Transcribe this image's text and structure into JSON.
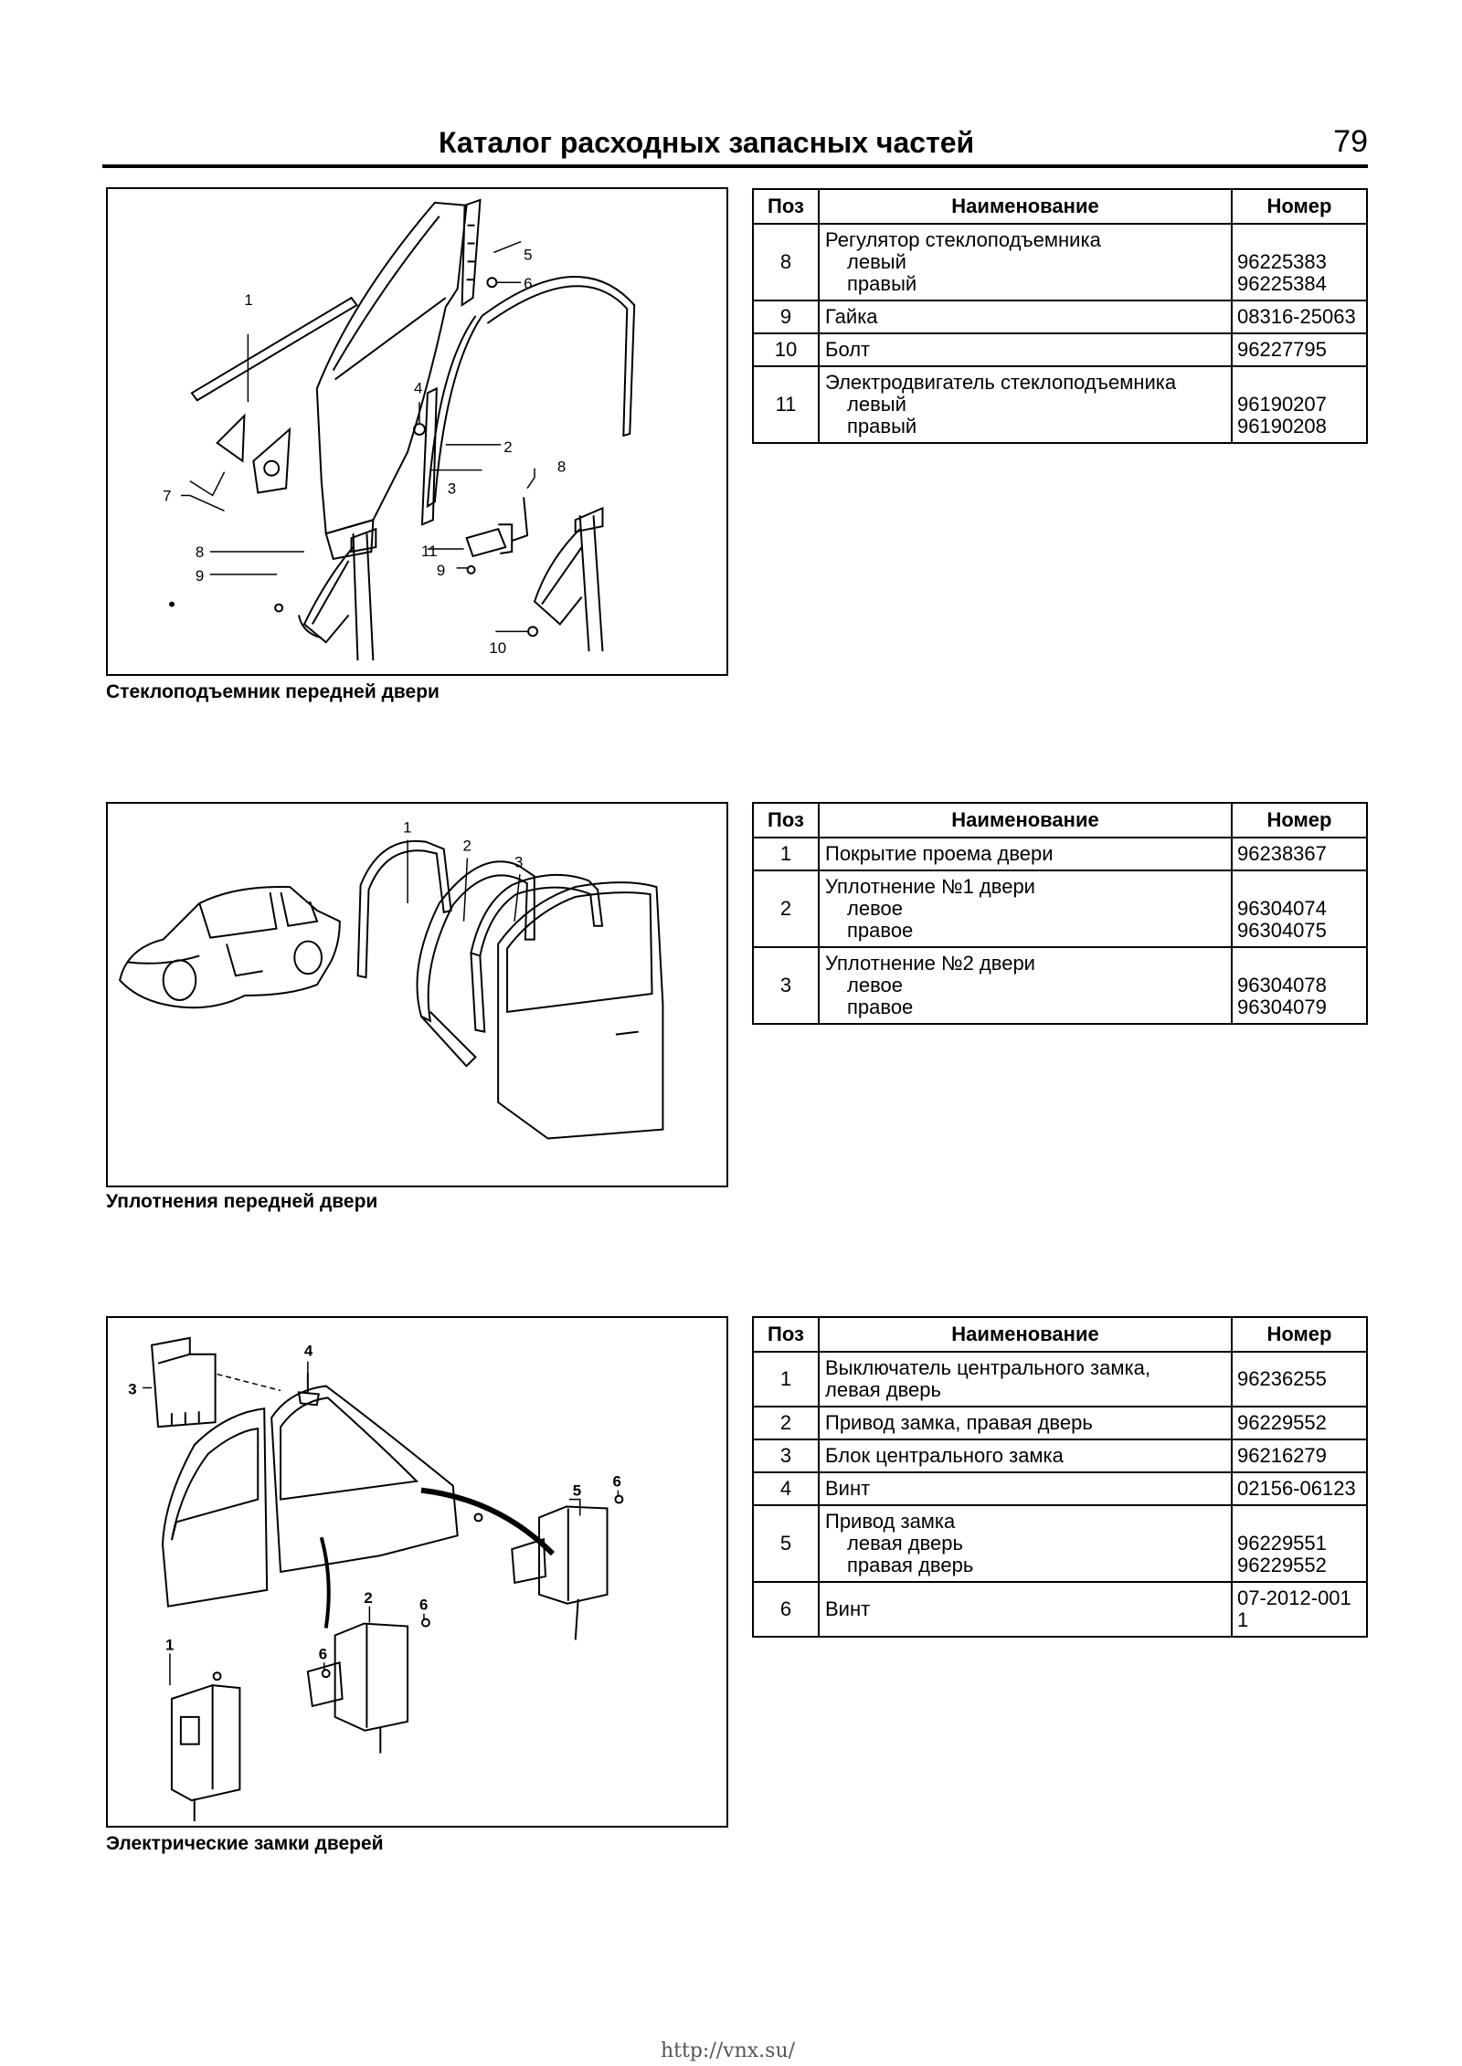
{
  "header": {
    "title": "Каталог расходных запасных частей",
    "page_number": "79"
  },
  "columns": {
    "pos": "Поз",
    "name": "Наименование",
    "number": "Номер"
  },
  "sections": [
    {
      "caption": "Стеклоподъемник передней двери",
      "rows": [
        {
          "pos": "8",
          "name": "Регулятор стеклоподъемника",
          "sub": [
            "левый",
            "правый"
          ],
          "numbers": [
            "96225383",
            "96225384"
          ]
        },
        {
          "pos": "9",
          "name": "Гайка",
          "numbers": [
            "08316-25063"
          ]
        },
        {
          "pos": "10",
          "name": "Болт",
          "numbers": [
            "96227795"
          ]
        },
        {
          "pos": "11",
          "name": "Электродвигатель стеклоподъемника",
          "sub": [
            "левый",
            "правый"
          ],
          "numbers": [
            "96190207",
            "96190208"
          ]
        }
      ],
      "callouts": [
        "1",
        "2",
        "3",
        "4",
        "5",
        "6",
        "7",
        "8",
        "8",
        "9",
        "9",
        "10",
        "11"
      ]
    },
    {
      "caption": "Уплотнения передней двери",
      "rows": [
        {
          "pos": "1",
          "name": "Покрытие проема двери",
          "numbers": [
            "96238367"
          ]
        },
        {
          "pos": "2",
          "name": "Уплотнение №1 двери",
          "sub": [
            "левое",
            "правое"
          ],
          "numbers": [
            "96304074",
            "96304075"
          ]
        },
        {
          "pos": "3",
          "name": "Уплотнение №2 двери",
          "sub": [
            "левое",
            "правое"
          ],
          "numbers": [
            "96304078",
            "96304079"
          ]
        }
      ],
      "callouts": [
        "1",
        "2",
        "3"
      ]
    },
    {
      "caption": "Электрические замки дверей",
      "rows": [
        {
          "pos": "1",
          "name_lines": [
            "Выключатель центрального замка,",
            "левая дверь"
          ],
          "numbers": [
            "96236255"
          ]
        },
        {
          "pos": "2",
          "name": "Привод замка, правая дверь",
          "numbers": [
            "96229552"
          ]
        },
        {
          "pos": "3",
          "name": "Блок центрального замка",
          "numbers": [
            "96216279"
          ]
        },
        {
          "pos": "4",
          "name": "Винт",
          "numbers": [
            "02156-06123"
          ]
        },
        {
          "pos": "5",
          "name": "Привод замка",
          "sub": [
            "левая дверь",
            "правая дверь"
          ],
          "numbers": [
            "96229551",
            "96229552"
          ]
        },
        {
          "pos": "6",
          "name": "Винт",
          "numbers": [
            "07-2012-0011"
          ]
        }
      ],
      "callouts": [
        "1",
        "2",
        "3",
        "4",
        "5",
        "6",
        "6",
        "6"
      ]
    }
  ],
  "footer": {
    "url": "http://vnx.su/"
  }
}
